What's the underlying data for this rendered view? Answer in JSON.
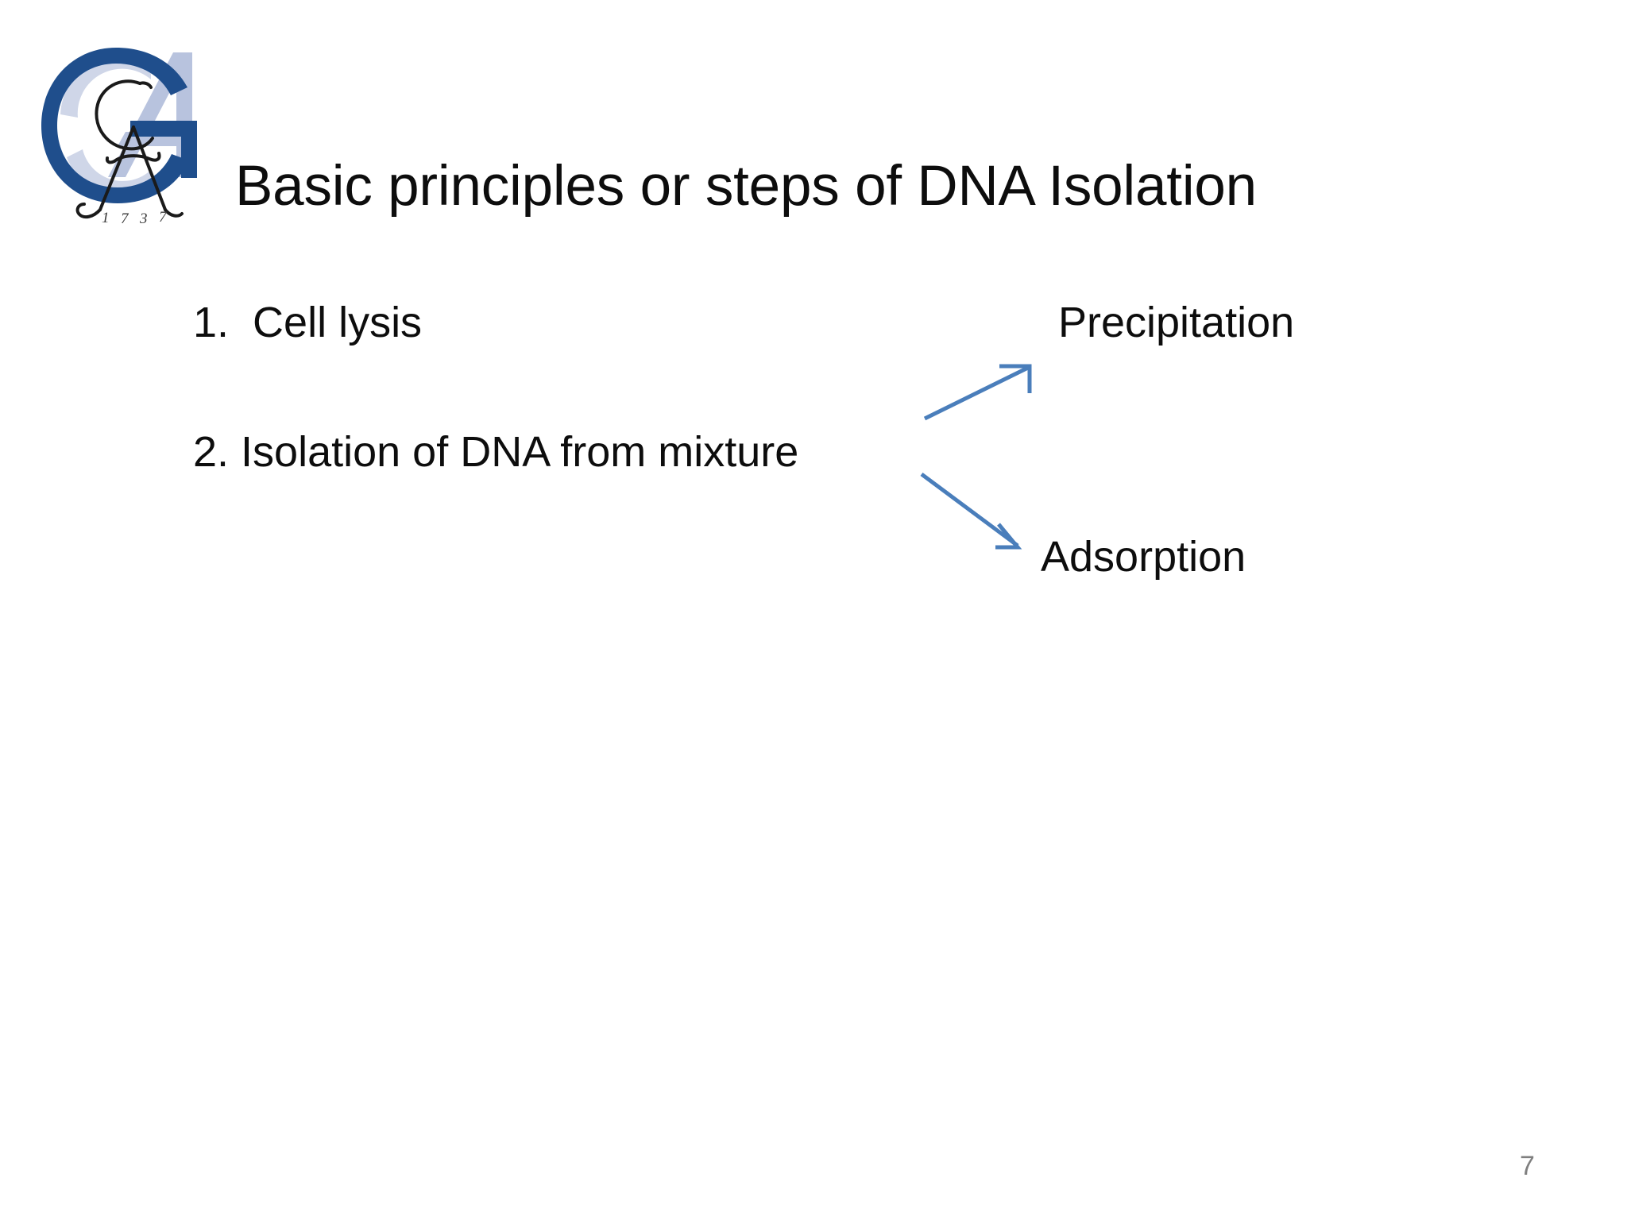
{
  "slide": {
    "title": "Basic principles or steps of DNA Isolation",
    "page_number": "7",
    "background_color": "#ffffff",
    "text_color": "#0d0d0d",
    "page_number_color": "#7f7f7f"
  },
  "logo": {
    "name": "university-crest-logo",
    "primary_letter": "G",
    "script_letters": "CA",
    "year": "1737",
    "navy_color": "#1f4e8c",
    "periwinkle_color": "#b8c3de",
    "script_color": "#1a1a1a"
  },
  "steps": [
    {
      "label": "1.  Cell lysis"
    },
    {
      "label": "2. Isolation of DNA from mixture"
    }
  ],
  "branches": [
    {
      "label": "Precipitation",
      "arrow": "arrow-up-right",
      "arrow_color": "#4a7ebb"
    },
    {
      "label": "Adsorption",
      "arrow": "arrow-down-right",
      "arrow_color": "#4a7ebb"
    }
  ],
  "arrows": {
    "up": {
      "name": "arrow-up-right-icon",
      "color": "#4a7ebb"
    },
    "down": {
      "name": "arrow-down-right-icon",
      "color": "#4a7ebb"
    }
  }
}
